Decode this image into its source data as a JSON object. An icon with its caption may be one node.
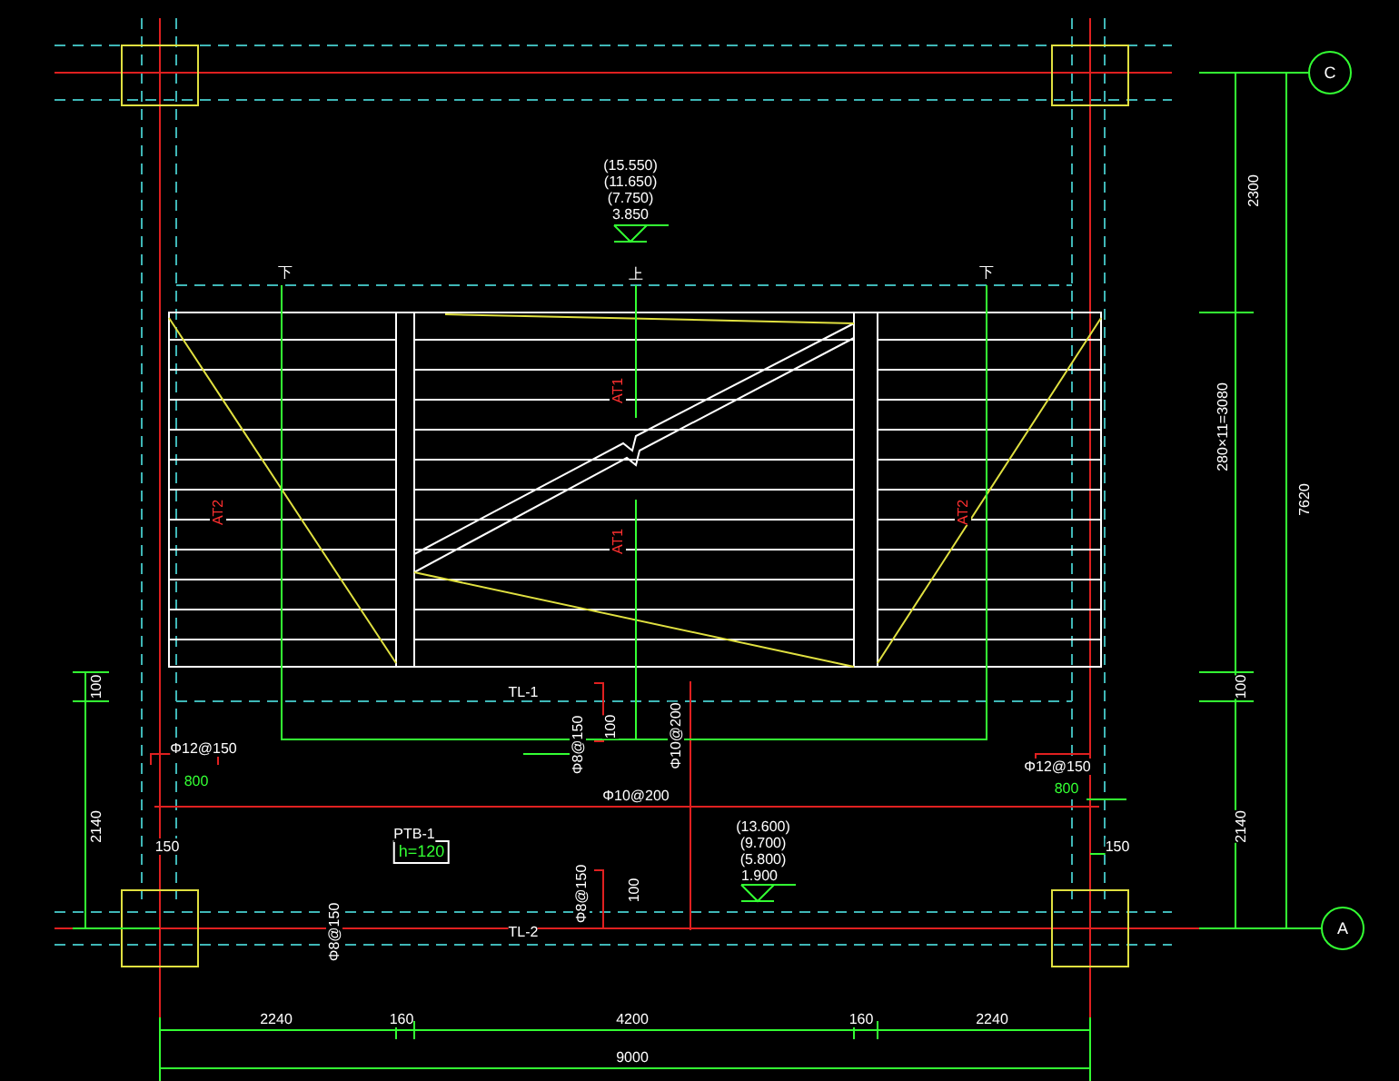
{
  "diagram": {
    "nodes": [
      {
        "text": [
          "C"
        ]
      },
      {
        "text": [
          "A"
        ]
      },
      {
        "text": [
          "h=120"
        ]
      }
    ],
    "labels": [
      "(15.550)",
      "(11.650)",
      "(7.750)",
      "3.850",
      "下",
      "上",
      "下",
      "AT1",
      "AT2",
      "AT1",
      "AT2",
      "TL-1",
      "Φ8@150",
      "100",
      "Φ10@200",
      "Φ12@150",
      "800",
      "Φ10@200",
      "Φ12@150",
      "800",
      "PTB-1",
      "150",
      "150",
      "Φ8@150",
      "100",
      "(13.600)",
      "(9.700)",
      "(5.800)",
      "1.900",
      "Φ8@150",
      "TL-2",
      "100",
      "2140",
      "2300",
      "280×11=3080",
      "7620",
      "100",
      "2140",
      "2240",
      "160",
      "4200",
      "160",
      "2240",
      "9000"
    ]
  }
}
